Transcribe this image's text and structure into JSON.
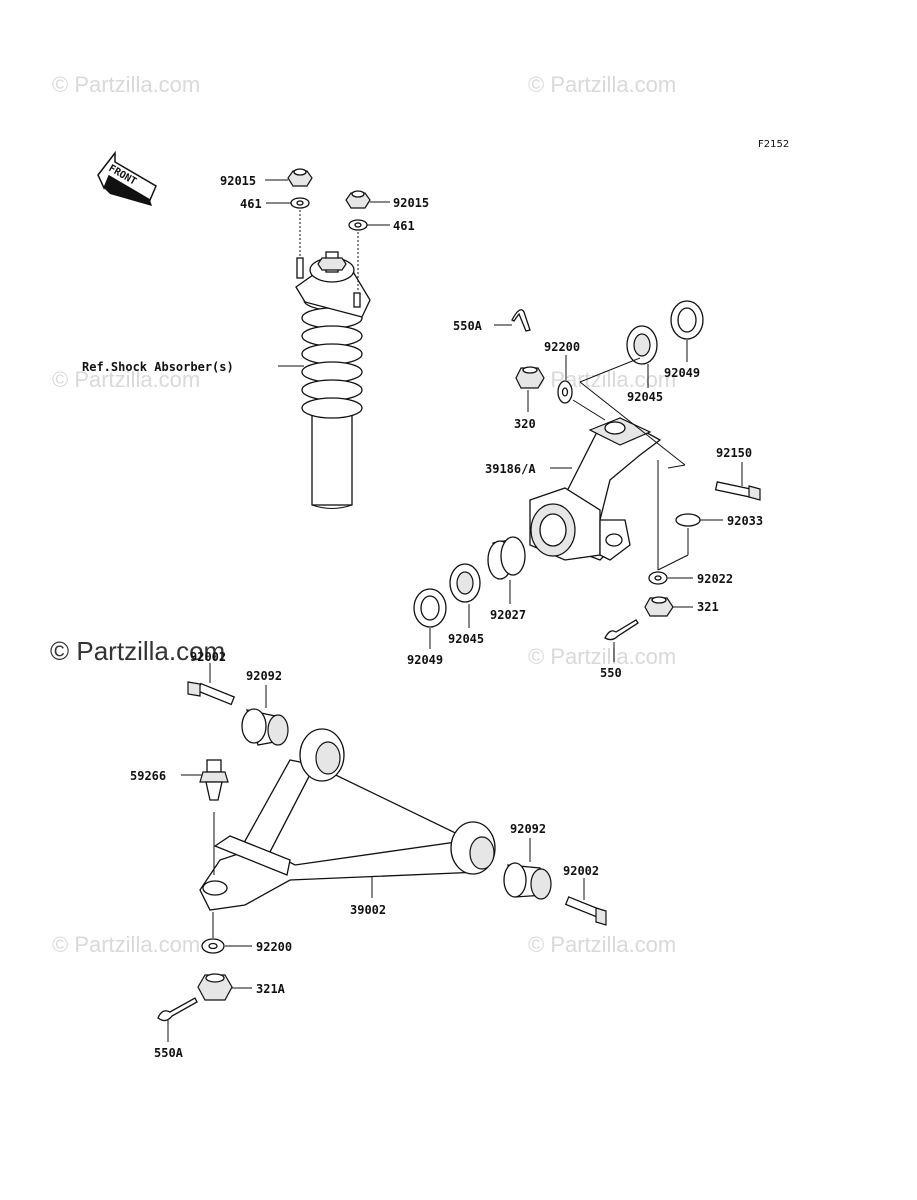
{
  "figure_code": "F2152",
  "front_label": "FRONT",
  "watermark": "© Partzilla.com",
  "watermark_main": "© Partzilla.com",
  "ref_label": "Ref.Shock Absorber(s)",
  "callouts": {
    "nut_92015_left": "92015",
    "washer_461_left": "461",
    "nut_92015_right": "92015",
    "washer_461_right": "461",
    "cotter_550A_top": "550A",
    "washer_92200_top": "92200",
    "nut_320": "320",
    "bearing_92045_top": "92045",
    "seal_92049_top": "92049",
    "knuckle_39186A": "39186/A",
    "bolt_92150": "92150",
    "circlip_92033": "92033",
    "washer_92022": "92022",
    "nut_321": "321",
    "cotter_550": "550",
    "spacer_92027": "92027",
    "bearing_92045_bottom": "92045",
    "seal_92049_bottom": "92049",
    "bolt_92002_left": "92002",
    "bushing_92092_left": "92092",
    "balljoint_59266": "59266",
    "bushing_92092_right": "92092",
    "bolt_92002_right": "92002",
    "arm_39002": "39002",
    "washer_92200_bottom": "92200",
    "nut_321A": "321A",
    "cotter_550A_bottom": "550A"
  }
}
